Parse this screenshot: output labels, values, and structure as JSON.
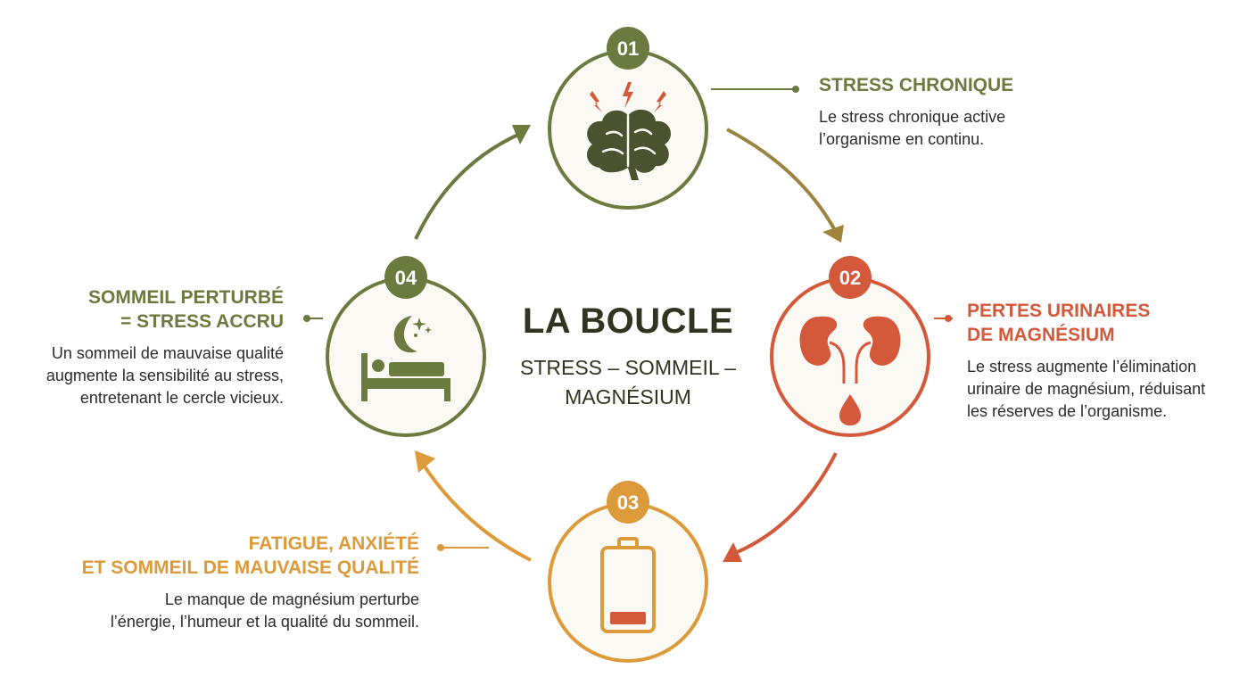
{
  "center": {
    "title": "LA BOUCLE",
    "subtitle_line1": "STRESS – SOMMEIL –",
    "subtitle_line2": "MAGNÉSIUM"
  },
  "colors": {
    "green": "#6b7a3e",
    "red": "#d4583a",
    "gold": "#dc9a3a"
  },
  "steps": [
    {
      "number": "01",
      "title_line1": "STRESS CHRONIQUE",
      "text_line1": "Le stress chronique active",
      "text_line2": "l’organisme en continu.",
      "icon": "brain-icon"
    },
    {
      "number": "02",
      "title_line1": "PERTES URINAIRES",
      "title_line2": "DE MAGNÉSIUM",
      "text_line1": "Le stress augmente l’élimination",
      "text_line2": "urinaire de magnésium, réduisant",
      "text_line3": "les réserves de l’organisme.",
      "icon": "kidneys-icon"
    },
    {
      "number": "03",
      "title_line1": "FATIGUE, ANXIÉTÉ",
      "title_line2": "ET SOMMEIL DE MAUVAISE QUALITÉ",
      "text_line1": "Le manque de magnésium perturbe",
      "text_line2": "l’énergie, l’humeur et la qualité du sommeil.",
      "icon": "low-battery-icon"
    },
    {
      "number": "04",
      "title_line1": "SOMMEIL PERTURBÉ",
      "title_line2": "= STRESS ACCRU",
      "text_line1": "Un sommeil de mauvaise qualité",
      "text_line2": "augmente la sensibilité au stress,",
      "text_line3": "entretenant le cercle vicieux.",
      "icon": "sleep-bed-icon"
    }
  ]
}
